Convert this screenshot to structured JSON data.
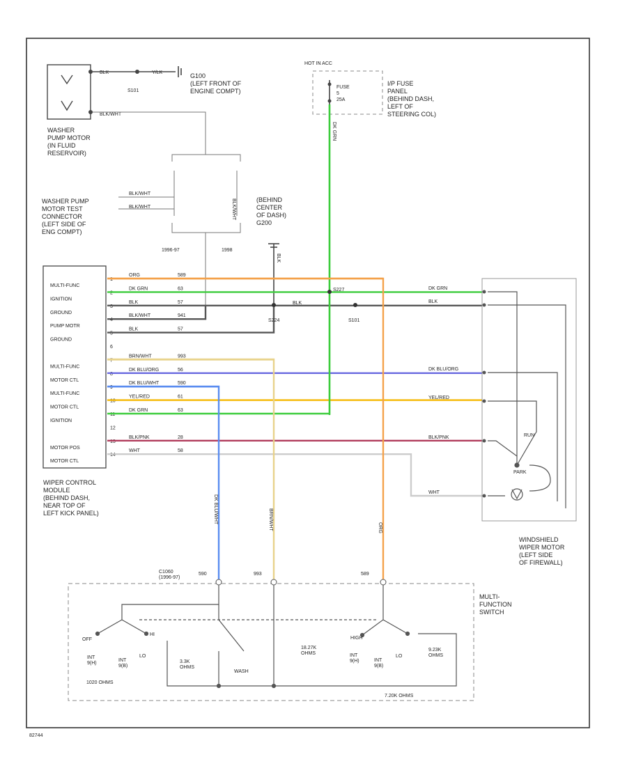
{
  "corner_code": "82744",
  "components": {
    "washer_pump": "WASHER\nPUMP MOTOR\n(IN FLUID\nRESERVOIR)",
    "test_connector": "WASHER PUMP\nMOTOR TEST\nCONNECTOR\n(LEFT SIDE OF\nENG COMPT)",
    "ground_g100": "G100\n(LEFT FRONT OF\nENGINE COMPT)",
    "ground_g200": "(BEHIND\nCENTER\nOF DASH)\nG200",
    "hot_in_acc": "HOT IN ACC",
    "fuse": "FUSE\n5\n25A",
    "fuse_panel": "I/P FUSE\nPANEL\n(BEHIND DASH,\nLEFT OF\nSTEERING COL)",
    "module": "WIPER CONTROL\nMODULE\n(BEHIND DASH,\nNEAR TOP OF\nLEFT KICK PANEL)",
    "wiper_motor": "WINDSHIELD\nWIPER MOTOR\n(LEFT SIDE\nOF FIREWALL)",
    "mfs": "MULTI-\nFUNCTION\nSWITCH"
  },
  "module_pins": [
    {
      "pin": "1",
      "label": "MULTI-FUNC",
      "wire": "ORG",
      "circuit": "589"
    },
    {
      "pin": "2",
      "label": "IGNITION",
      "wire": "DK GRN",
      "circuit": "63"
    },
    {
      "pin": "3",
      "label": "GROUND",
      "wire": "BLK",
      "circuit": "57"
    },
    {
      "pin": "4",
      "label": "PUMP MOTR",
      "wire": "BLK/WHT",
      "circuit": "941"
    },
    {
      "pin": "5",
      "label": "GROUND",
      "wire": "BLK",
      "circuit": "57"
    },
    {
      "pin": "6",
      "label": "",
      "wire": "",
      "circuit": ""
    },
    {
      "pin": "7",
      "label": "MULTI-FUNC",
      "wire": "BRN/WHT",
      "circuit": "993"
    },
    {
      "pin": "8",
      "label": "MOTOR CTL",
      "wire": "DK BLU/ORG",
      "circuit": "56"
    },
    {
      "pin": "9",
      "label": "MULTI-FUNC",
      "wire": "DK BLU/WHT",
      "circuit": "590"
    },
    {
      "pin": "10",
      "label": "MOTOR CTL",
      "wire": "YEL/RED",
      "circuit": "61"
    },
    {
      "pin": "11",
      "label": "IGNITION",
      "wire": "DK GRN",
      "circuit": "63"
    },
    {
      "pin": "12",
      "label": "",
      "wire": "",
      "circuit": ""
    },
    {
      "pin": "13",
      "label": "MOTOR POS",
      "wire": "BLK/PNK",
      "circuit": "28"
    },
    {
      "pin": "14",
      "label": "MOTOR CTL",
      "wire": "WHT",
      "circuit": "58"
    }
  ],
  "wire_labels": {
    "pump_blk": "BLK",
    "pump_blkwht": "BLK/WHT",
    "pump_yelblk": "Y/LK",
    "splice_s101": "S101",
    "test_w1": "BLK/WHT",
    "test_w2": "BLK/WHT",
    "test_w3": "BLK/WHT",
    "year_a": "1996-97",
    "year_b": "1998",
    "fuse_out": "DK GRN",
    "s227": "S227",
    "s224": "S224",
    "blk_mid": "BLK",
    "s101b": "S101",
    "g200_wire": "BLK",
    "right_dkgrn": "DK GRN",
    "right_blk": "BLK",
    "right_dkbluorg": "DK BLU/ORG",
    "right_yelred": "YEL/RED",
    "right_blkpnk": "BLK/PNK",
    "right_wht": "WHT",
    "vert_blu": "DK BLU/WHT",
    "vert_brn": "BRN/WHT",
    "vert_org": "ORG",
    "c_top": "C1060\n(1996-97)",
    "c_590": "590",
    "c_993": "993",
    "c_589": "589"
  },
  "wiper_motor": {
    "run": "RUN",
    "park": "PARK"
  },
  "switch": {
    "off": "OFF",
    "int1": "INT\n9(H)",
    "int2": "INT\n9(B)",
    "lo": "LO",
    "hi": "HI",
    "r1": "1020 OHMS",
    "r2": "3.3K\nOHMS",
    "wash": "WASH",
    "r3": "18.27K\nOHMS",
    "r4": "9.23K\nOHMS",
    "r5": "7.20K OHMS",
    "high_r": "HIGH",
    "int_r1": "INT\n9(H)",
    "int_r2": "INT\n9(B)",
    "lo_r": "LO"
  },
  "colors": {
    "org": "#f4a14a",
    "grn": "#3ccc3c",
    "blk": "#555555",
    "brn": "#e8d28a",
    "blu": "#6a6ae0",
    "bluw": "#5a8cf0",
    "yel": "#f5b800",
    "pnk": "#b03a5a",
    "wht": "#cccccc"
  }
}
